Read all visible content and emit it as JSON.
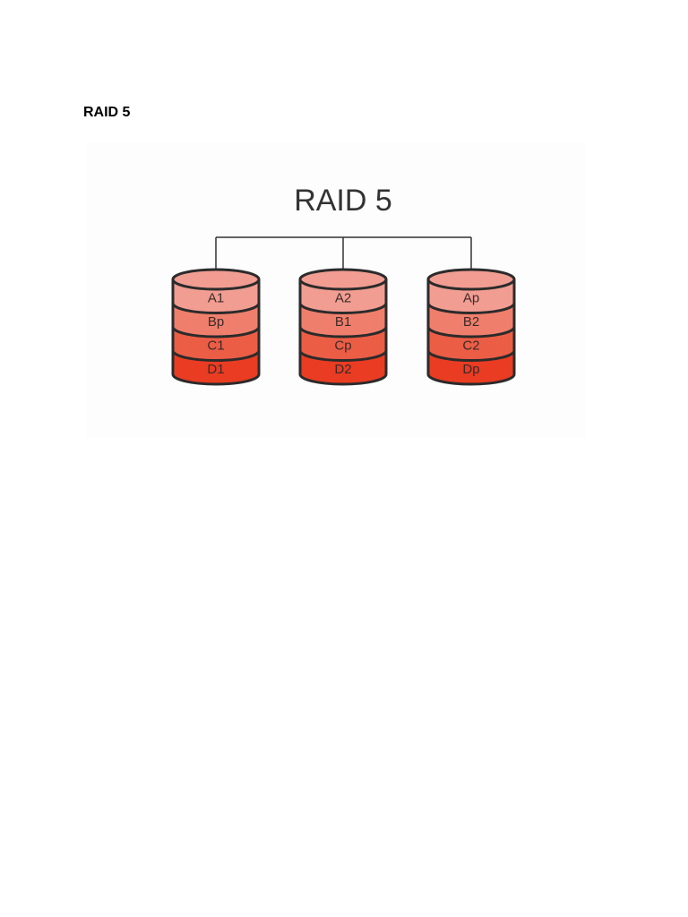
{
  "heading": "RAID 5",
  "diagram": {
    "title": "RAID 5",
    "colors": {
      "outline": "#2b2b2b",
      "connector": "#333333",
      "cap": "#f29d92",
      "tiers": [
        "#f29d92",
        "#ef7f6c",
        "#ec5d45",
        "#ea3c22"
      ]
    },
    "disks": [
      {
        "blocks": [
          "A1",
          "Bp",
          "C1",
          "D1"
        ]
      },
      {
        "blocks": [
          "A2",
          "B1",
          "Cp",
          "D2"
        ]
      },
      {
        "blocks": [
          "Ap",
          "B2",
          "C2",
          "Dp"
        ]
      }
    ]
  }
}
